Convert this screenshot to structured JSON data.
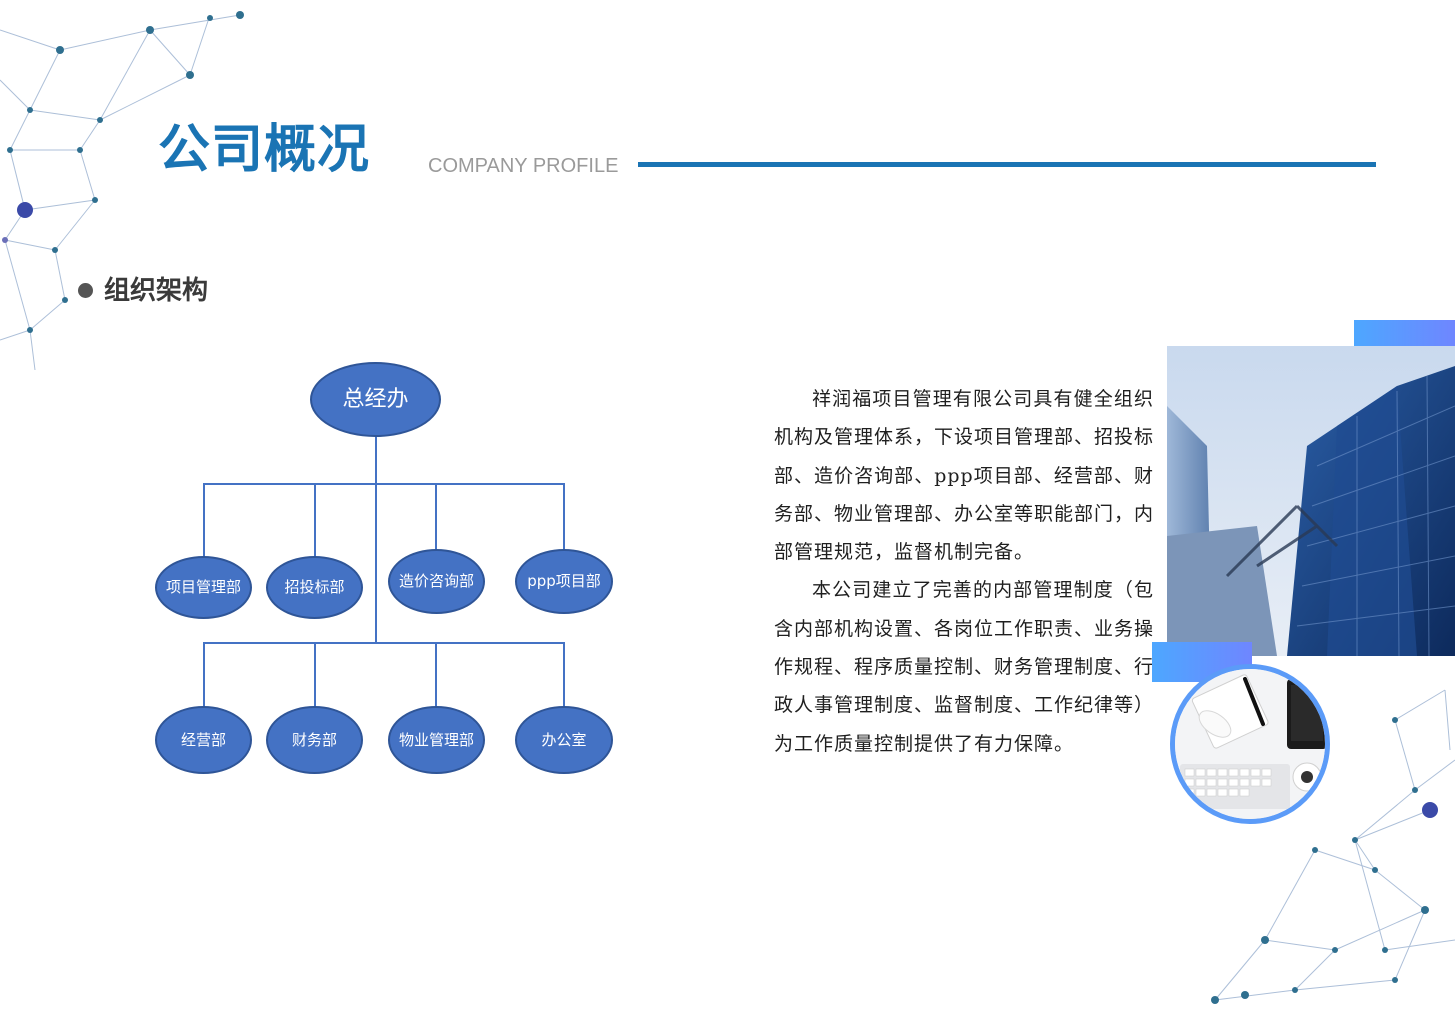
{
  "header": {
    "title": "公司概况",
    "subtitle": "COMPANY PROFILE",
    "accent_color": "#1a74b4"
  },
  "section": {
    "heading": "组织架构"
  },
  "org_chart": {
    "node_color": "#4472c4",
    "top": "总经办",
    "row1": [
      "项目管理部",
      "招投标部",
      "造价咨询部",
      "ppp项目部"
    ],
    "row2": [
      "经营部",
      "财务部",
      "物业管理部",
      "办公室"
    ]
  },
  "description": {
    "paragraphs": [
      "祥润福项目管理有限公司具有健全组织机构及管理体系，下设项目管理部、招投标部、造价咨询部、ppp项目部、经营部、财务部、物业管理部、办公室等职能部门，内部管理规范，监督机制完备。",
      "本公司建立了完善的内部管理制度（包含内部机构设置、各岗位工作职责、业务操作规程、程序质量控制、财务管理制度、行政人事管理制度、监督制度、工作纪律等）为工作质量控制提供了有力保障。"
    ]
  },
  "images": {
    "building": "glass-skyscraper-photo",
    "desk": "desk-keyboard-mouse-photo"
  }
}
